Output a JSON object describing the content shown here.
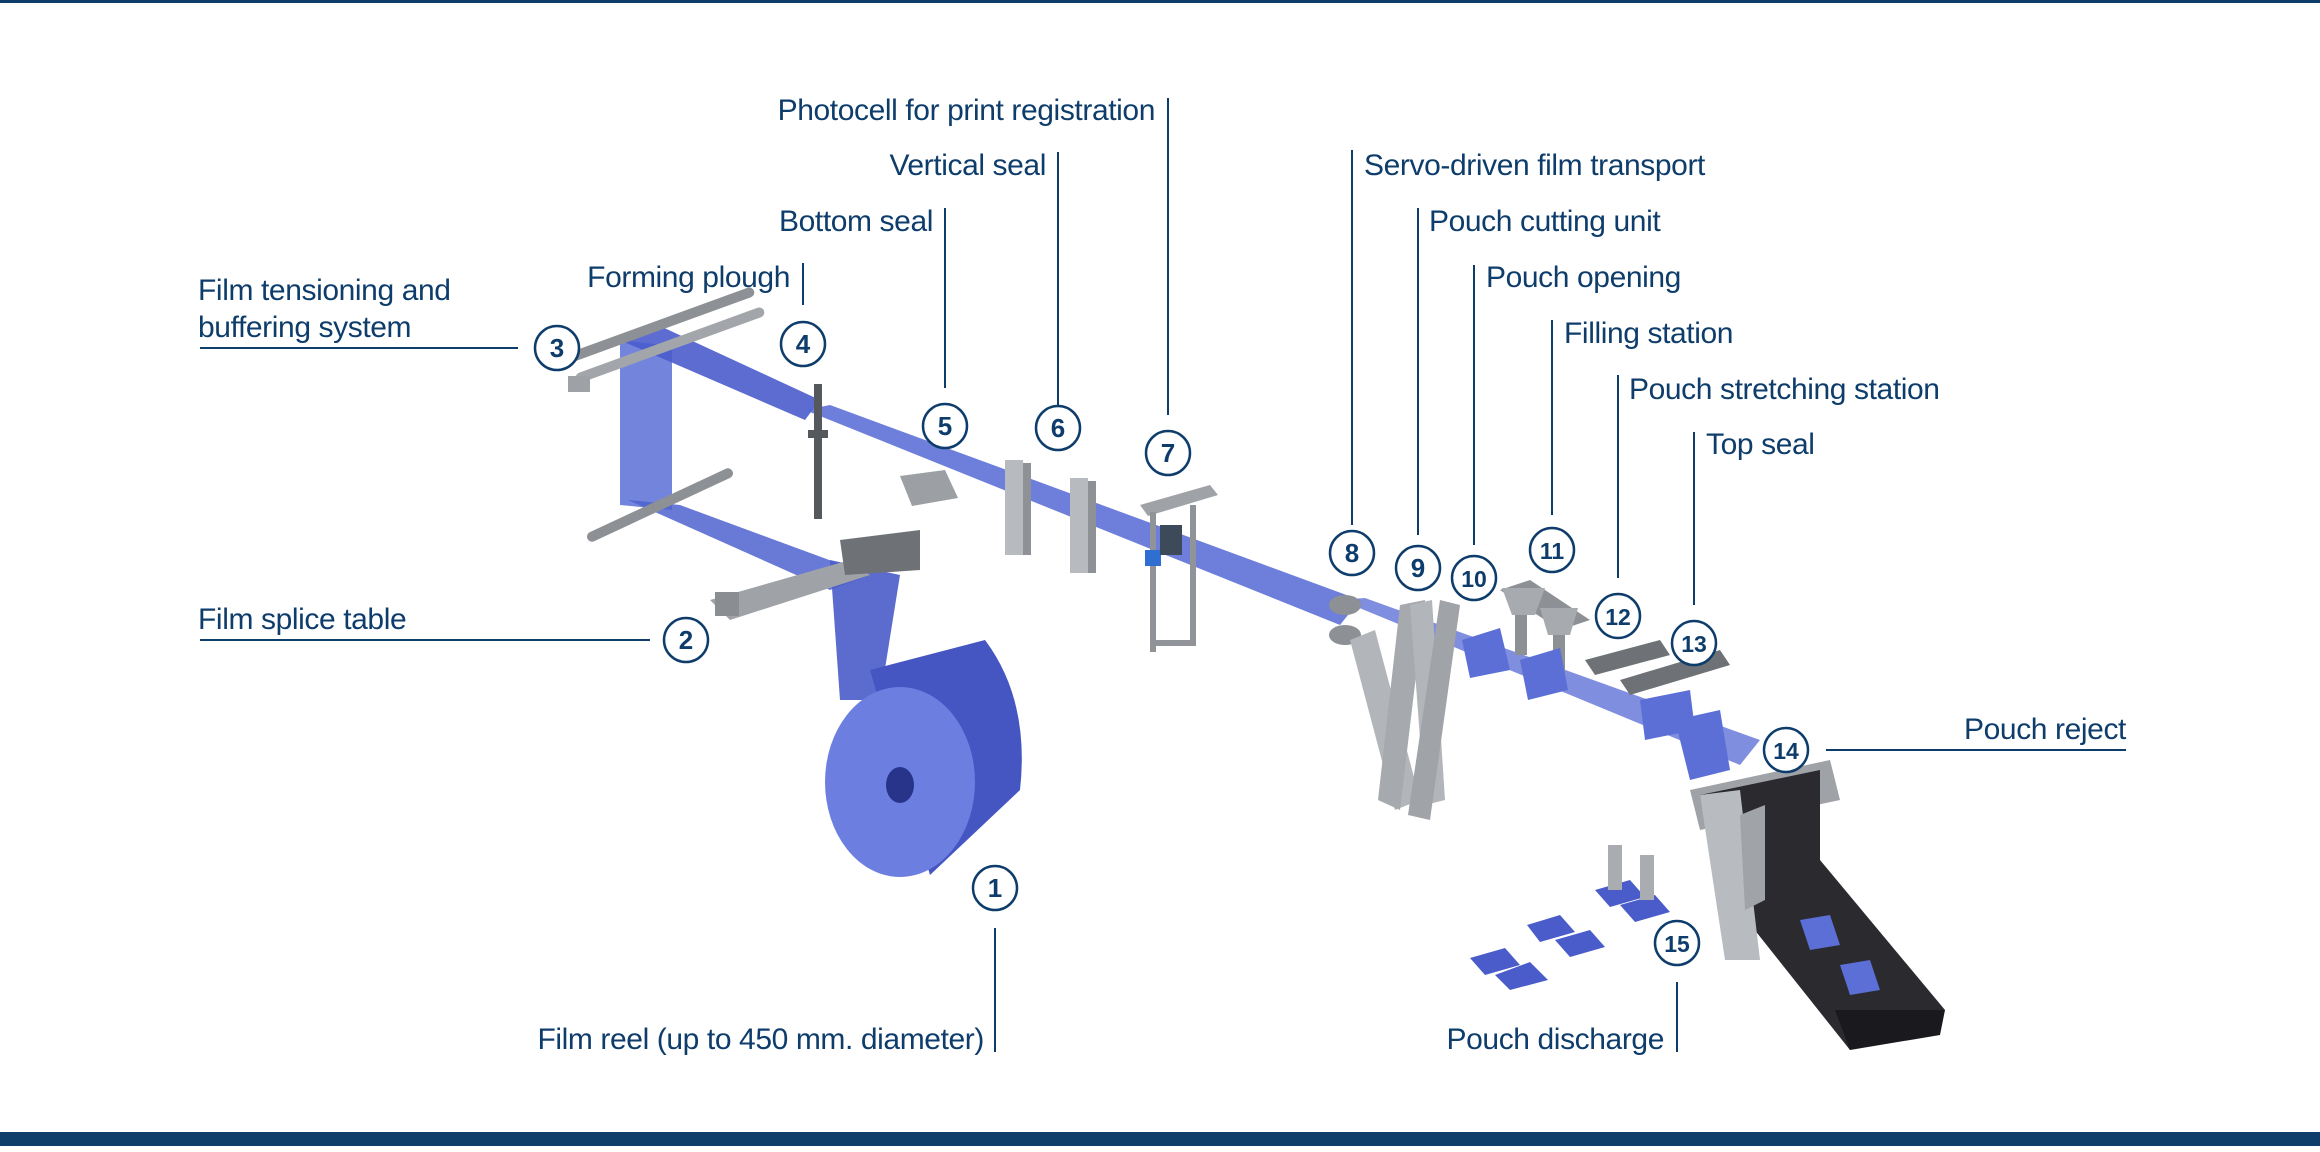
{
  "colors": {
    "brand": "#0e3d6b",
    "film": "#5b6fd6",
    "film_dark": "#3f50b8",
    "metal": "#b9bcc0",
    "metal_dark": "#808489",
    "chute": "#1e1e22"
  },
  "labels": {
    "film_reel": "Film reel (up to 450 mm. diameter)",
    "film_splice_table": "Film splice table",
    "film_tensioning_l1": "Film tensioning and",
    "film_tensioning_l2": "buffering system",
    "forming_plough": "Forming plough",
    "bottom_seal": "Bottom seal",
    "vertical_seal": "Vertical seal",
    "photocell": "Photocell for print registration",
    "servo_film_transport": "Servo-driven film transport",
    "pouch_cutting_unit": "Pouch cutting unit",
    "pouch_opening": "Pouch opening",
    "filling_station": "Filling station",
    "pouch_stretching_station": "Pouch stretching station",
    "top_seal": "Top seal",
    "pouch_reject": "Pouch reject",
    "pouch_discharge": "Pouch discharge"
  },
  "markers": {
    "m1": "1",
    "m2": "2",
    "m3": "3",
    "m4": "4",
    "m5": "5",
    "m6": "6",
    "m7": "7",
    "m8": "8",
    "m9": "9",
    "m10": "10",
    "m11": "11",
    "m12": "12",
    "m13": "13",
    "m14": "14",
    "m15": "15"
  }
}
